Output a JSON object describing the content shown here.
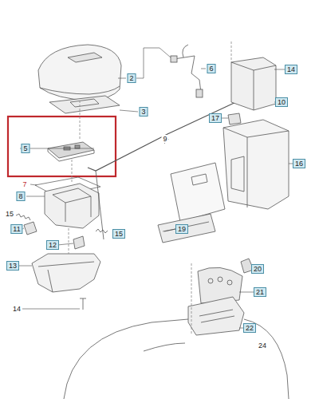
{
  "diagram": {
    "labels": [
      "2",
      "6",
      "14",
      "3",
      "10",
      "17",
      "9",
      "5",
      "16",
      "7",
      "8",
      "15",
      "11",
      "15",
      "12",
      "19",
      "13",
      "20",
      "21",
      "14",
      "22",
      "24"
    ]
  }
}
